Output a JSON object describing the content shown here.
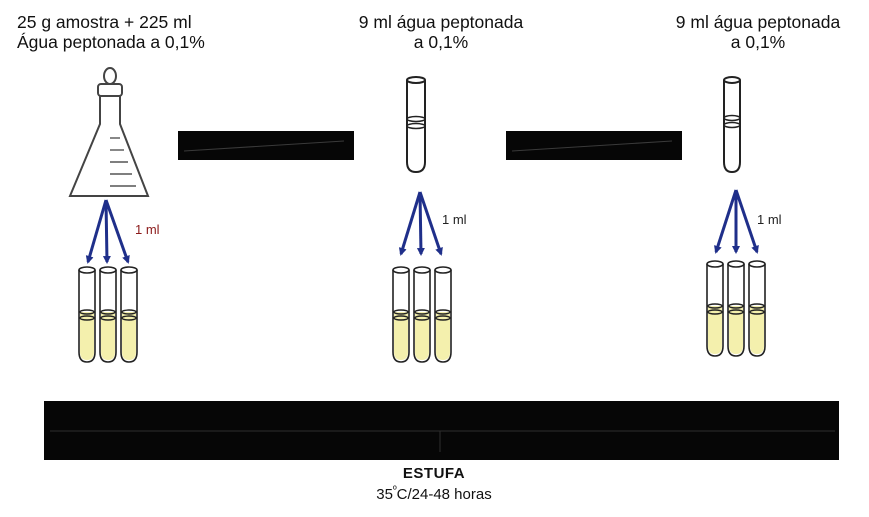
{
  "labels": {
    "flask_line1": "25 g amostra + 225 ml",
    "flask_line2": "Água peptonada a 0,1%",
    "tube2_line1": "9 ml água peptonada",
    "tube2_line2": "a 0,1%",
    "tube3_line1": "9 ml água peptonada",
    "tube3_line2": "a 0,1%"
  },
  "transfer_volumes": [
    "1 ml",
    "1 ml",
    "1 ml"
  ],
  "incubator": {
    "title": "ESTUFA",
    "condition_prefix": "35",
    "degree_symbol": "º",
    "condition_suffix": "C/24-48 horas"
  },
  "colors": {
    "arrows": "#1f2f8a",
    "medium": "#f4f0ad",
    "bar": "#060606",
    "label_red": "#8b1a1a"
  }
}
